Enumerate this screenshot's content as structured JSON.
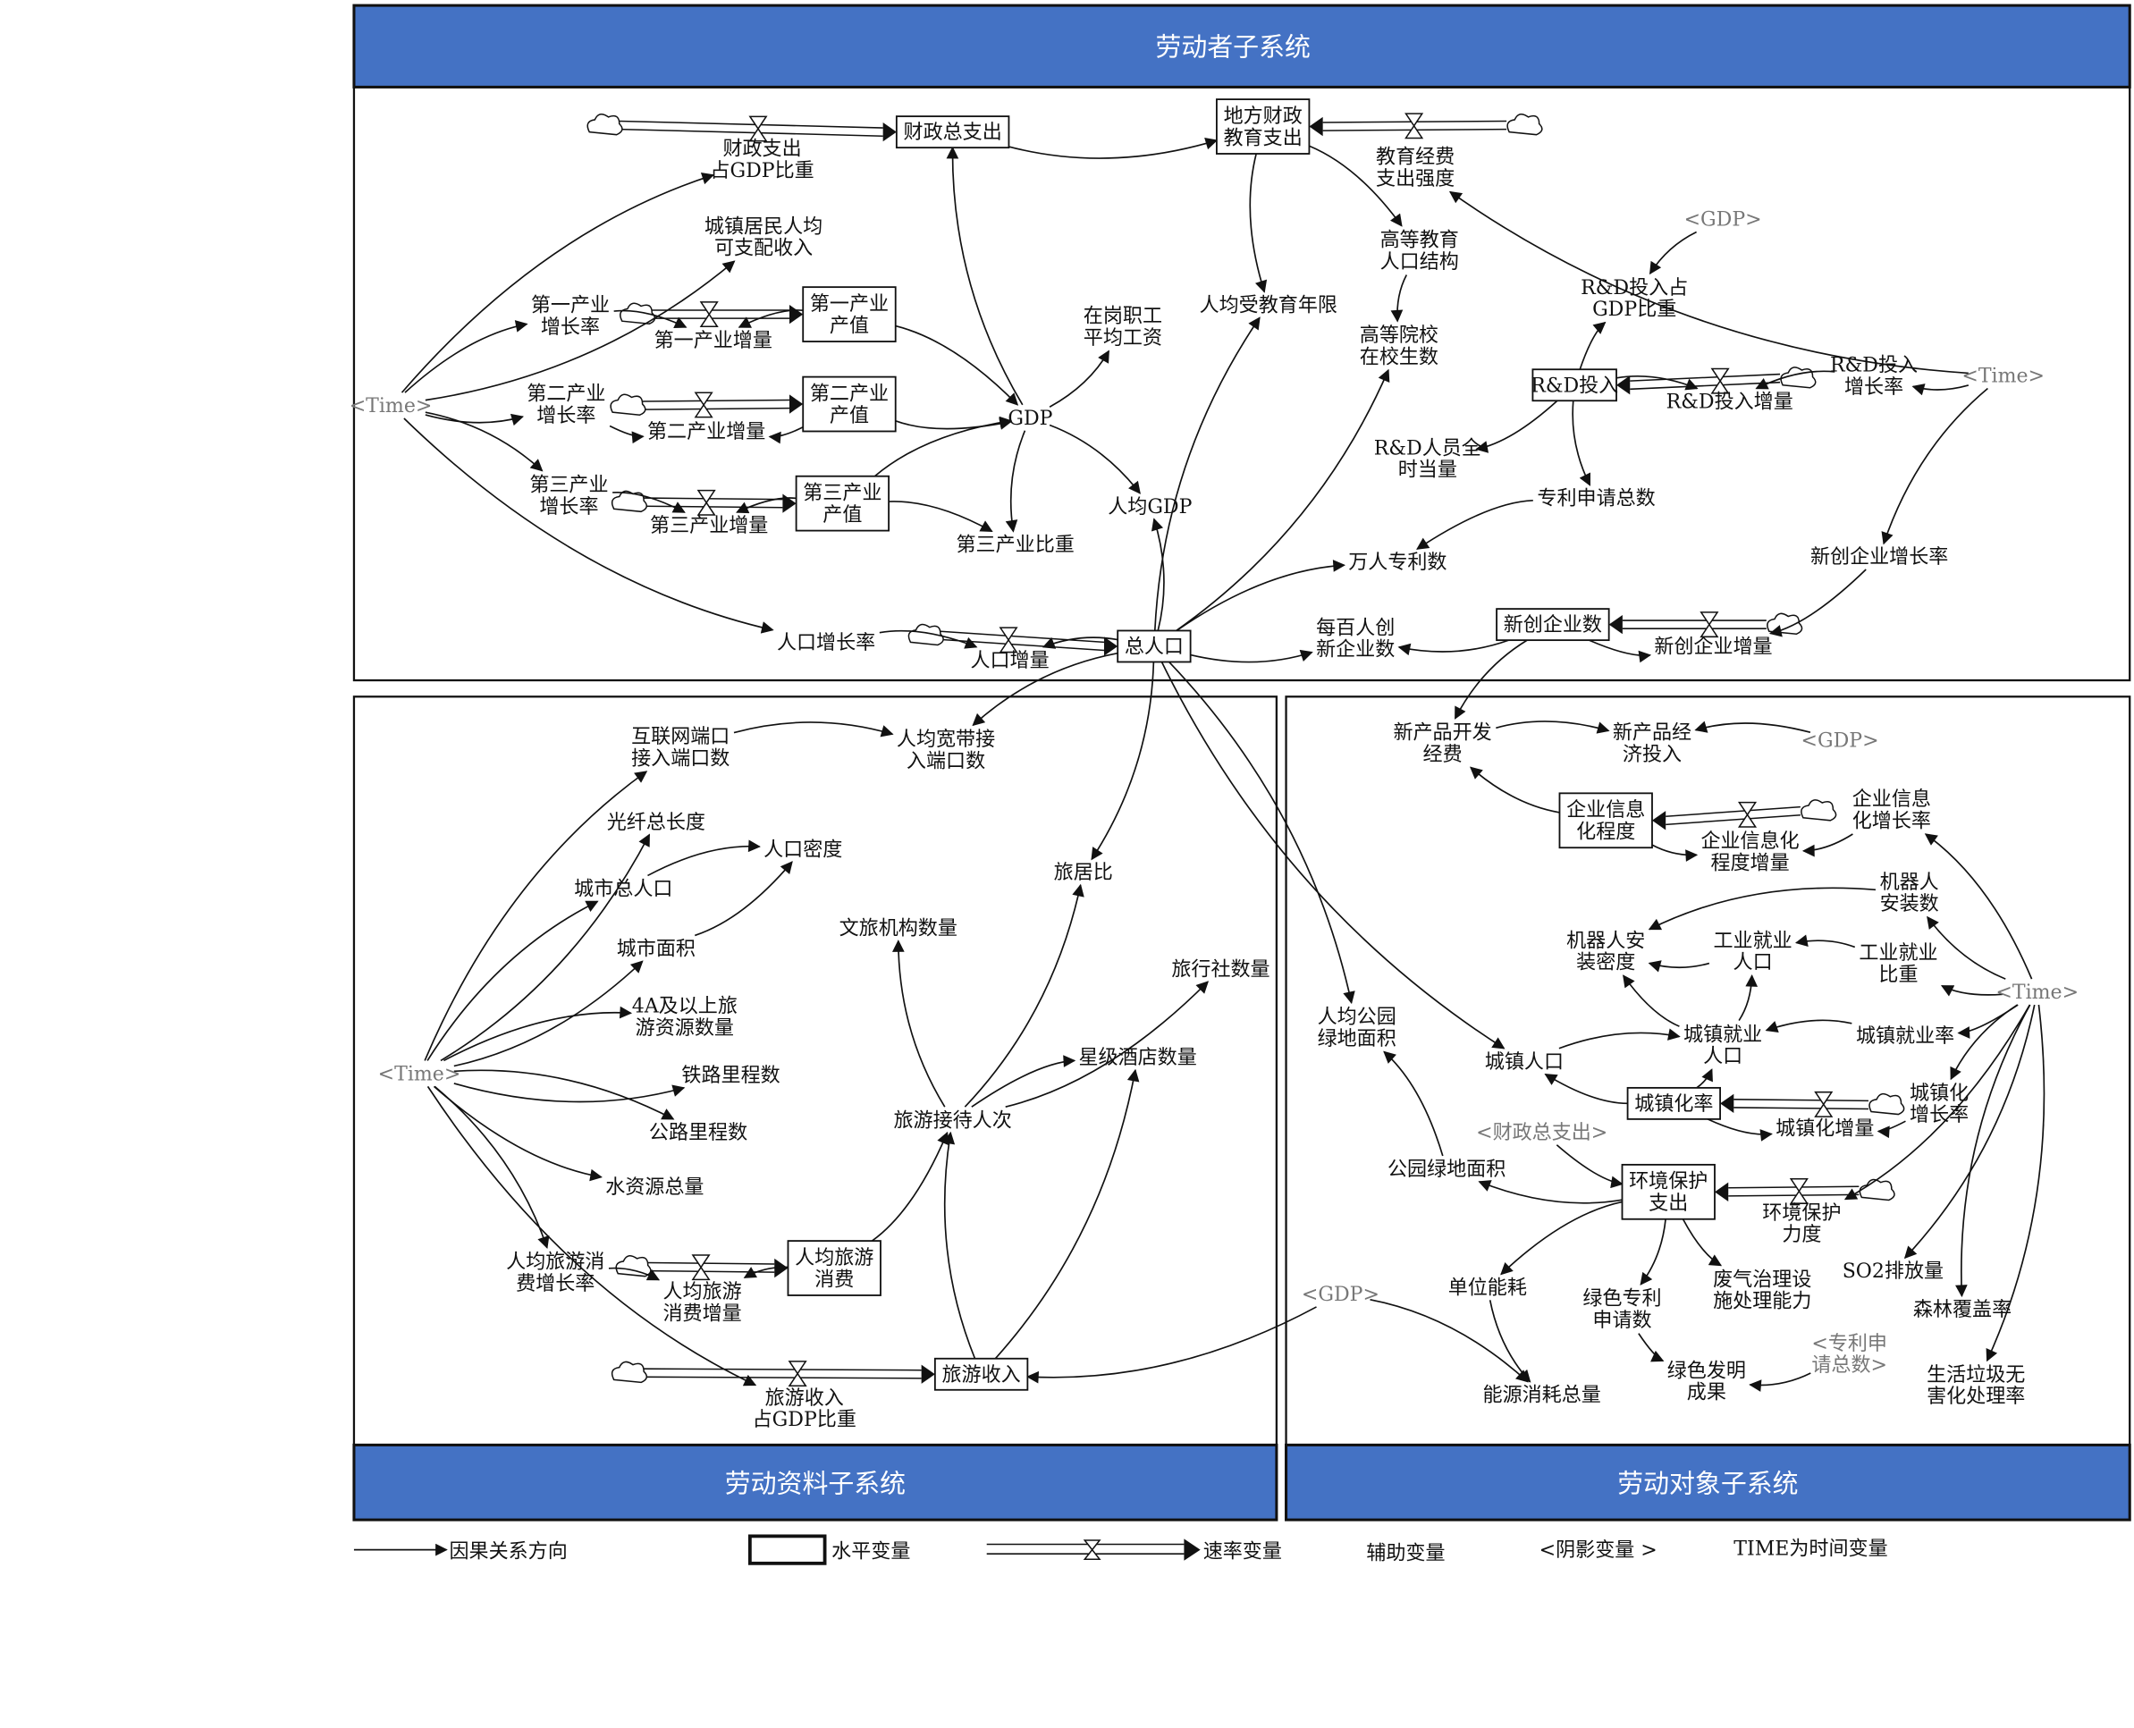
{
  "panels": {
    "top": "劳动者子系统",
    "bottom_left": "劳动资料子系统",
    "bottom_right": "劳动对象子系统"
  },
  "colors": {
    "header": "#4472c4",
    "border": "#111111",
    "shadow": "#777777"
  },
  "legend": {
    "causal": "因果关系方向",
    "level": "水平变量",
    "rate": "速率变量",
    "aux": "辅助变量",
    "shadow": "<阴影变量 >",
    "time": "TIME为时间变量"
  },
  "nodes": {
    "fiscal_total": {
      "label": "财政总支出",
      "type": "level"
    },
    "local_edu": {
      "label": "地方财政\n教育支出",
      "type": "level"
    },
    "prim_out": {
      "label": "第一产业\n产值",
      "type": "level"
    },
    "sec_out": {
      "label": "第二产业\n产值",
      "type": "level"
    },
    "ter_out": {
      "label": "第三产业\n产值",
      "type": "level"
    },
    "rd": {
      "label": "R&D投入",
      "type": "level"
    },
    "pop": {
      "label": "总人口",
      "type": "level"
    },
    "new_ent": {
      "label": "新创企业数",
      "type": "level"
    },
    "fiscal_ratio": {
      "label": "财政支出\n占GDP比重",
      "type": "aux"
    },
    "urban_income": {
      "label": "城镇居民人均\n可支配收入",
      "type": "aux"
    },
    "prim_rate": {
      "label": "第一产业\n增长率",
      "type": "aux"
    },
    "prim_inc": {
      "label": "第一产业增量",
      "type": "aux"
    },
    "sec_rate": {
      "label": "第二产业\n增长率",
      "type": "aux"
    },
    "sec_inc": {
      "label": "第二产业增量",
      "type": "aux"
    },
    "ter_rate": {
      "label": "第三产业\n增长率",
      "type": "aux"
    },
    "ter_inc": {
      "label": "第三产业增量",
      "type": "aux"
    },
    "time1": {
      "label": "<Time>",
      "type": "shadow"
    },
    "gdp": {
      "label": "GDP",
      "type": "aux"
    },
    "wage": {
      "label": "在岗职工\n平均工资",
      "type": "aux"
    },
    "edu_years": {
      "label": "人均受教育年限",
      "type": "aux"
    },
    "edu_ratio": {
      "label": "教育经费\n支出强度",
      "type": "aux"
    },
    "higher_struct": {
      "label": "高等教育\n人口结构",
      "type": "aux"
    },
    "college": {
      "label": "高等院校\n在校生数",
      "type": "aux"
    },
    "gdp_sh1": {
      "label": "<GDP>",
      "type": "shadow"
    },
    "rd_ratio": {
      "label": "R&D投入占\nGDP比重",
      "type": "aux"
    },
    "rd_inc": {
      "label": "R&D投入增量",
      "type": "aux"
    },
    "rd_rate": {
      "label": "R&D投入\n增长率",
      "type": "aux"
    },
    "time2": {
      "label": "<Time>",
      "type": "shadow"
    },
    "rd_staff": {
      "label": "R&D人员全\n时当量",
      "type": "aux"
    },
    "patents": {
      "label": "专利申请总数",
      "type": "aux"
    },
    "gdp_pc": {
      "label": "人均GDP",
      "type": "aux"
    },
    "ter_share": {
      "label": "第三产业比重",
      "type": "aux"
    },
    "per10k_patent": {
      "label": "万人专利数",
      "type": "aux"
    },
    "new_ent_rate": {
      "label": "新创企业增长率",
      "type": "aux"
    },
    "pop_rate": {
      "label": "人口增长率",
      "type": "aux"
    },
    "pop_inc": {
      "label": "人口增量",
      "type": "aux"
    },
    "per100_ent": {
      "label": "每百人创\n新企业数",
      "type": "aux"
    },
    "new_ent_inc": {
      "label": "新创企业增量",
      "type": "aux"
    },
    "internet": {
      "label": "互联网端口\n接入端口数",
      "type": "aux"
    },
    "broadband": {
      "label": "人均宽带接\n入端口数",
      "type": "aux"
    },
    "fiber": {
      "label": "光纤总长度",
      "type": "aux"
    },
    "urban_pop": {
      "label": "城市总人口",
      "type": "aux"
    },
    "density": {
      "label": "人口密度",
      "type": "aux"
    },
    "city_area": {
      "label": "城市面积",
      "type": "aux"
    },
    "scenic": {
      "label": "4A及以上旅\n游资源数量",
      "type": "aux"
    },
    "rail": {
      "label": "铁路里程数",
      "type": "aux"
    },
    "road": {
      "label": "公路里程数",
      "type": "aux"
    },
    "water": {
      "label": "水资源总量",
      "type": "aux"
    },
    "time3": {
      "label": "<Time>",
      "type": "shadow"
    },
    "culture": {
      "label": "文旅机构数量",
      "type": "aux"
    },
    "travel_ratio": {
      "label": "旅居比",
      "type": "aux"
    },
    "agencies": {
      "label": "旅行社数量",
      "type": "aux"
    },
    "hotels": {
      "label": "星级酒店数量",
      "type": "aux"
    },
    "visitors": {
      "label": "旅游接待人次",
      "type": "aux"
    },
    "tour_cons_rate": {
      "label": "人均旅游消\n费增长率",
      "type": "aux"
    },
    "tour_cons_inc": {
      "label": "人均旅游\n消费增量",
      "type": "aux"
    },
    "tour_cons": {
      "label": "人均旅游\n消费",
      "type": "level"
    },
    "tour_income": {
      "label": "旅游收入",
      "type": "level"
    },
    "tour_ratio": {
      "label": "旅游收入\n占GDP比重",
      "type": "aux"
    },
    "new_prod": {
      "label": "新产品开发\n经费",
      "type": "aux"
    },
    "new_prod_inv": {
      "label": "新产品经\n济投入",
      "type": "aux"
    },
    "gdp_sh2": {
      "label": "<GDP>",
      "type": "shadow"
    },
    "ent_info": {
      "label": "企业信息\n化程度",
      "type": "level"
    },
    "ent_info_rate": {
      "label": "企业信息\n化增长率",
      "type": "aux"
    },
    "ent_info_inc": {
      "label": "企业信息化\n程度增量",
      "type": "aux"
    },
    "robots": {
      "label": "机器人\n安装数",
      "type": "aux"
    },
    "robot_density": {
      "label": "机器人安\n装密度",
      "type": "aux"
    },
    "ind_emp_pop": {
      "label": "工业就业\n人口",
      "type": "aux"
    },
    "ind_emp_share": {
      "label": "工业就业\n比重",
      "type": "aux"
    },
    "time4": {
      "label": "<Time>",
      "type": "shadow"
    },
    "park_pc": {
      "label": "人均公园\n绿地面积",
      "type": "aux"
    },
    "urban_pop2": {
      "label": "城镇人口",
      "type": "aux"
    },
    "urban_emp": {
      "label": "城镇就业\n人口",
      "type": "aux"
    },
    "urban_emp_rate": {
      "label": "城镇就业率",
      "type": "aux"
    },
    "urbanization": {
      "label": "城镇化率",
      "type": "level"
    },
    "urban_inc": {
      "label": "城镇化增量",
      "type": "aux"
    },
    "urban_rate": {
      "label": "城镇化\n增长率",
      "type": "aux"
    },
    "fiscal_sh": {
      "label": "<财政总支出>",
      "type": "shadow"
    },
    "park_area": {
      "label": "公园绿地面积",
      "type": "aux"
    },
    "env": {
      "label": "环境保护\n支出",
      "type": "level"
    },
    "env_force": {
      "label": "环境保护\n力度",
      "type": "aux"
    },
    "energy_unit": {
      "label": "单位能耗",
      "type": "aux"
    },
    "green_pat": {
      "label": "绿色专利\n申请数",
      "type": "aux"
    },
    "waste_gas": {
      "label": "废气治理设\n施处理能力",
      "type": "aux"
    },
    "so2": {
      "label": "SO2排放量",
      "type": "aux"
    },
    "forest": {
      "label": "森林覆盖率",
      "type": "aux"
    },
    "gdp_sh3": {
      "label": "<GDP>",
      "type": "shadow"
    },
    "patents_sh": {
      "label": "<专利申\n请总数>",
      "type": "shadow"
    },
    "green_inv": {
      "label": "绿色发明\n成果",
      "type": "aux"
    },
    "energy_total": {
      "label": "能源消耗总量",
      "type": "aux"
    },
    "garbage": {
      "label": "生活垃圾无\n害化处理率",
      "type": "aux"
    }
  },
  "flows": [
    {
      "to": "fiscal_total",
      "rate": "fiscal_ratio"
    },
    {
      "to": "local_edu",
      "rate": "edu_ratio"
    },
    {
      "to": "prim_out",
      "rate": "prim_inc"
    },
    {
      "to": "sec_out",
      "rate": "sec_inc"
    },
    {
      "to": "ter_out",
      "rate": "ter_inc"
    },
    {
      "to": "rd",
      "rate": "rd_inc"
    },
    {
      "to": "pop",
      "rate": "pop_inc"
    },
    {
      "to": "new_ent",
      "rate": "new_ent_inc"
    },
    {
      "to": "tour_cons",
      "rate": "tour_cons_inc"
    },
    {
      "to": "tour_income",
      "rate": "tour_ratio"
    },
    {
      "to": "ent_info",
      "rate": "ent_info_inc"
    },
    {
      "to": "urbanization",
      "rate": "urban_inc"
    },
    {
      "to": "env",
      "rate": "env_force"
    }
  ],
  "edges": [
    [
      "time1",
      "fiscal_ratio"
    ],
    [
      "time1",
      "urban_income"
    ],
    [
      "time1",
      "prim_rate"
    ],
    [
      "time1",
      "sec_rate"
    ],
    [
      "time1",
      "ter_rate"
    ],
    [
      "time1",
      "pop_rate"
    ],
    [
      "gdp",
      "fiscal_total"
    ],
    [
      "fiscal_total",
      "local_edu"
    ],
    [
      "time2",
      "edu_ratio"
    ],
    [
      "local_edu",
      "edu_years"
    ],
    [
      "local_edu",
      "higher_struct"
    ],
    [
      "higher_struct",
      "college"
    ],
    [
      "prim_rate",
      "prim_inc"
    ],
    [
      "prim_out",
      "prim_inc"
    ],
    [
      "prim_out",
      "gdp"
    ],
    [
      "sec_rate",
      "sec_inc"
    ],
    [
      "sec_out",
      "sec_inc"
    ],
    [
      "sec_out",
      "gdp"
    ],
    [
      "ter_rate",
      "ter_inc"
    ],
    [
      "ter_out",
      "ter_inc"
    ],
    [
      "ter_out",
      "gdp"
    ],
    [
      "gdp",
      "wage"
    ],
    [
      "gdp",
      "gdp_pc"
    ],
    [
      "gdp",
      "ter_share"
    ],
    [
      "ter_out",
      "ter_share"
    ],
    [
      "pop",
      "gdp_pc"
    ],
    [
      "pop",
      "edu_years"
    ],
    [
      "pop",
      "college"
    ],
    [
      "pop",
      "per10k_patent"
    ],
    [
      "patents",
      "per10k_patent"
    ],
    [
      "rd",
      "rd_staff"
    ],
    [
      "rd",
      "patents"
    ],
    [
      "rd",
      "rd_ratio"
    ],
    [
      "gdp_sh1",
      "rd_ratio"
    ],
    [
      "rd",
      "rd_inc"
    ],
    [
      "rd_rate",
      "rd_inc"
    ],
    [
      "time2",
      "rd_rate"
    ],
    [
      "time2",
      "new_ent_rate"
    ],
    [
      "new_ent_rate",
      "new_ent_inc"
    ],
    [
      "new_ent",
      "new_ent_inc"
    ],
    [
      "new_ent",
      "per100_ent"
    ],
    [
      "pop",
      "per100_ent"
    ],
    [
      "pop_rate",
      "pop_inc"
    ],
    [
      "pop",
      "pop_inc"
    ],
    [
      "time3",
      "internet"
    ],
    [
      "time3",
      "fiber"
    ],
    [
      "time3",
      "urban_pop"
    ],
    [
      "time3",
      "city_area"
    ],
    [
      "time3",
      "scenic"
    ],
    [
      "time3",
      "rail"
    ],
    [
      "time3",
      "road"
    ],
    [
      "time3",
      "water"
    ],
    [
      "time3",
      "tour_cons_rate"
    ],
    [
      "time3",
      "tour_ratio"
    ],
    [
      "internet",
      "broadband"
    ],
    [
      "pop",
      "broadband"
    ],
    [
      "urban_pop",
      "density"
    ],
    [
      "city_area",
      "density"
    ],
    [
      "pop",
      "travel_ratio"
    ],
    [
      "visitors",
      "travel_ratio"
    ],
    [
      "visitors",
      "culture"
    ],
    [
      "visitors",
      "agencies"
    ],
    [
      "visitors",
      "hotels"
    ],
    [
      "tour_income",
      "hotels"
    ],
    [
      "tour_income",
      "visitors"
    ],
    [
      "tour_cons",
      "visitors"
    ],
    [
      "tour_cons_rate",
      "tour_cons_inc"
    ],
    [
      "tour_cons",
      "tour_cons_inc"
    ],
    [
      "gdp_sh3",
      "tour_income"
    ],
    [
      "new_ent",
      "new_prod"
    ],
    [
      "new_prod",
      "new_prod_inv"
    ],
    [
      "gdp_sh2",
      "new_prod_inv"
    ],
    [
      "ent_info",
      "new_prod"
    ],
    [
      "ent_info",
      "ent_info_inc"
    ],
    [
      "ent_info_rate",
      "ent_info_inc"
    ],
    [
      "time4",
      "ent_info_rate"
    ],
    [
      "time4",
      "robots"
    ],
    [
      "robots",
      "robot_density"
    ],
    [
      "ind_emp_pop",
      "robot_density"
    ],
    [
      "ind_emp_share",
      "ind_emp_pop"
    ],
    [
      "time4",
      "ind_emp_share"
    ],
    [
      "urban_emp",
      "ind_emp_pop"
    ],
    [
      "urban_emp",
      "robot_density"
    ],
    [
      "urban_emp_rate",
      "urban_emp"
    ],
    [
      "time4",
      "urban_emp_rate"
    ],
    [
      "urbanization",
      "urban_emp"
    ],
    [
      "urban_pop2",
      "urban_emp"
    ],
    [
      "pop",
      "urban_pop2"
    ],
    [
      "urbanization",
      "urban_pop2"
    ],
    [
      "urbanization",
      "urban_inc"
    ],
    [
      "urban_rate",
      "urban_inc"
    ],
    [
      "time4",
      "urban_rate"
    ],
    [
      "pop",
      "park_pc"
    ],
    [
      "park_area",
      "park_pc"
    ],
    [
      "env",
      "park_area"
    ],
    [
      "fiscal_sh",
      "env"
    ],
    [
      "time4",
      "env_force"
    ],
    [
      "env",
      "energy_unit"
    ],
    [
      "env",
      "green_pat"
    ],
    [
      "env",
      "waste_gas"
    ],
    [
      "time4",
      "so2"
    ],
    [
      "time4",
      "forest"
    ],
    [
      "time4",
      "garbage"
    ],
    [
      "energy_unit",
      "energy_total"
    ],
    [
      "gdp_sh3",
      "energy_total"
    ],
    [
      "green_pat",
      "green_inv"
    ],
    [
      "patents_sh",
      "green_inv"
    ]
  ]
}
